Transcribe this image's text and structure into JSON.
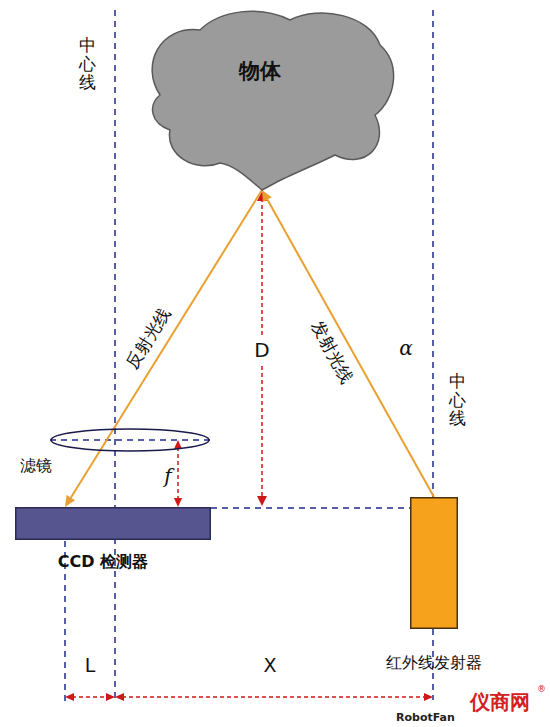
{
  "diagram": {
    "nodes": [
      {
        "text": [
          "物体"
        ]
      },
      {
        "text": [
          "CCD 检测器"
        ]
      },
      {
        "text": [
          "红外线发射器"
        ]
      },
      {
        "text": [
          "滤镜"
        ]
      }
    ],
    "edges": [
      {
        "from": 2,
        "to": 0,
        "label": "发射光线",
        "arrow": "to"
      },
      {
        "from": 0,
        "to": 1,
        "label": "反射光线",
        "arrow": "to"
      }
    ],
    "labels": [
      "中心线",
      "中心线",
      "D",
      "α",
      "f",
      "L",
      "X",
      "仪商网",
      "®",
      "RobotFan"
    ]
  }
}
